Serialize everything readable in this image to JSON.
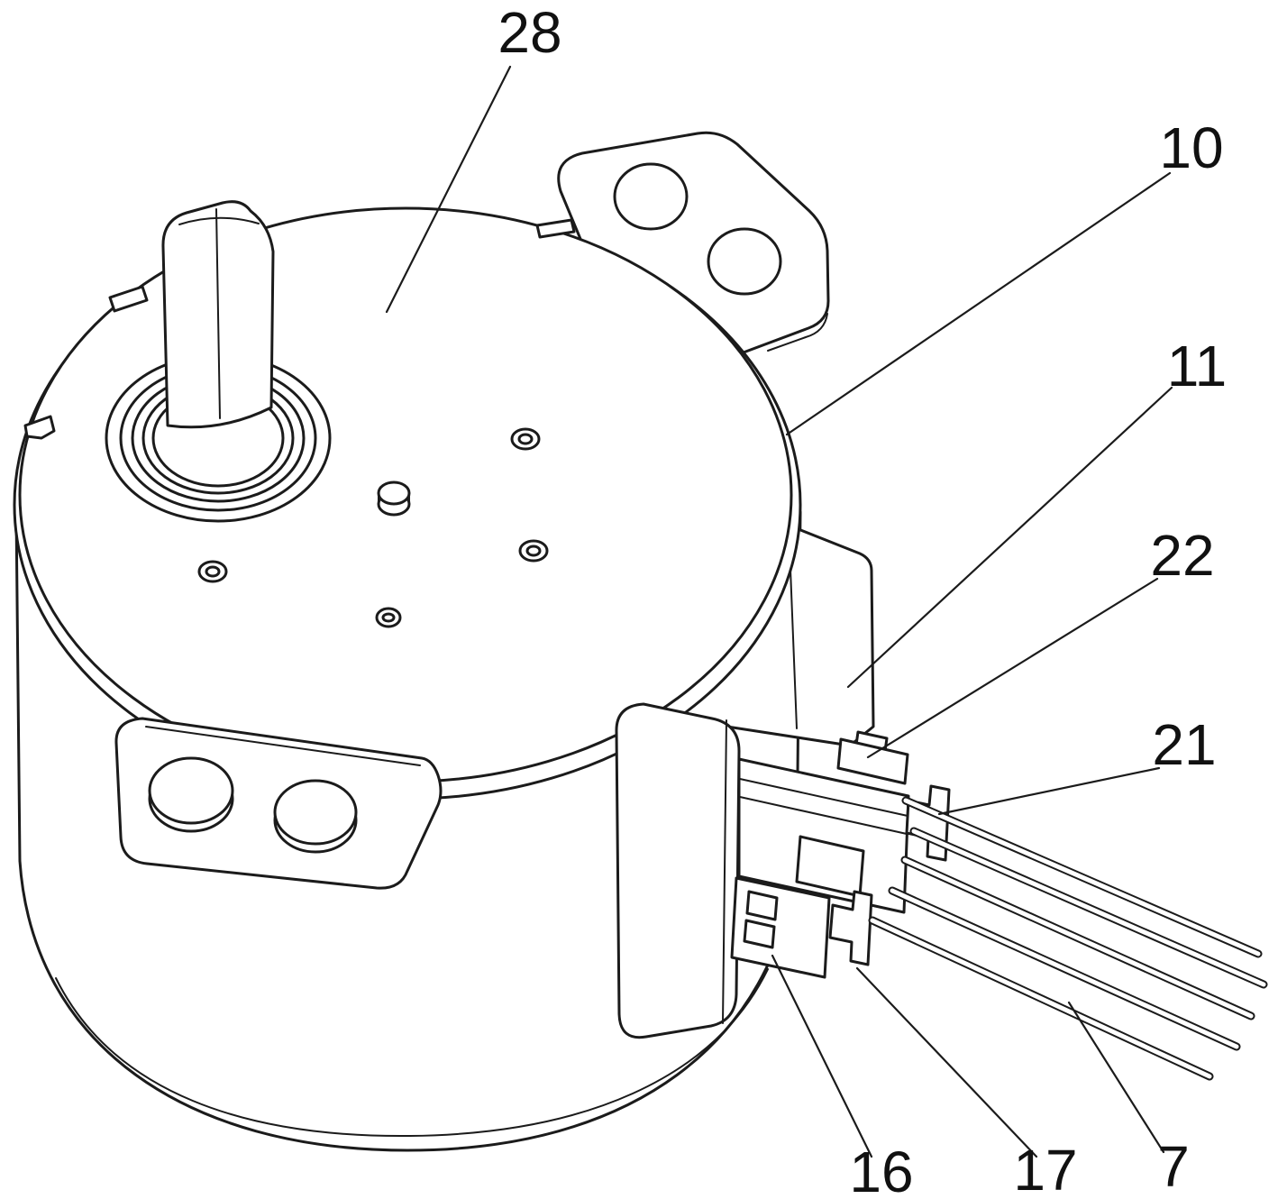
{
  "figure": {
    "background": "#ffffff",
    "line_color": "#1b1b1b",
    "labels": {
      "l28": "28",
      "l10": "10",
      "l11": "11",
      "l22": "22",
      "l21": "21",
      "l16": "16",
      "l17": "17",
      "l7": "7"
    }
  }
}
